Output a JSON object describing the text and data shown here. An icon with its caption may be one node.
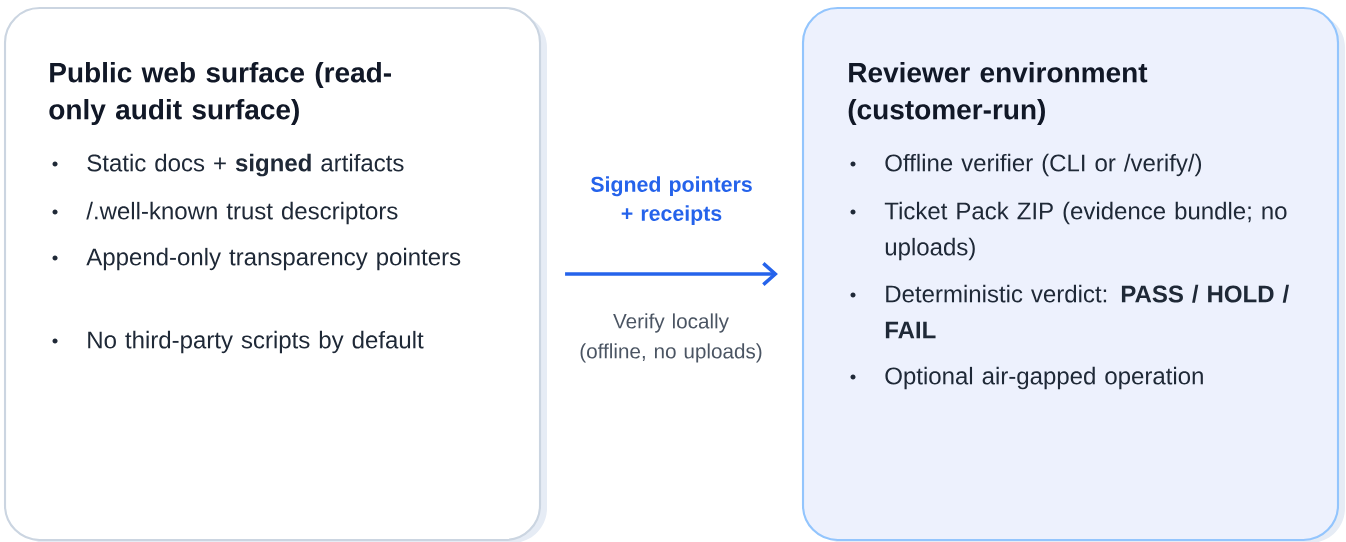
{
  "diagram": {
    "nodes": [
      {
        "text": [
          "Public web surface (read-only audit surface)",
          "Static docs + **signed** artifacts",
          "/.well-known trust descriptors",
          "Append-only transparency pointers",
          "No third-party scripts by default"
        ]
      },
      {
        "text": [
          "Reviewer environment (customer-run)",
          "Offline verifier (CLI or /verify/)",
          "Ticket Pack ZIP (evidence bundle; no uploads)",
          "Deterministic verdict: **PASS / HOLD / FAIL**",
          "Optional air-gapped operation"
        ]
      }
    ],
    "edges": [
      {
        "from": 0,
        "to": 1,
        "arrow": "to",
        "label": "Signed pointers + receipts",
        "color": "#2563eb"
      }
    ],
    "labels": [
      "Verify locally (offline, no uploads)"
    ]
  }
}
